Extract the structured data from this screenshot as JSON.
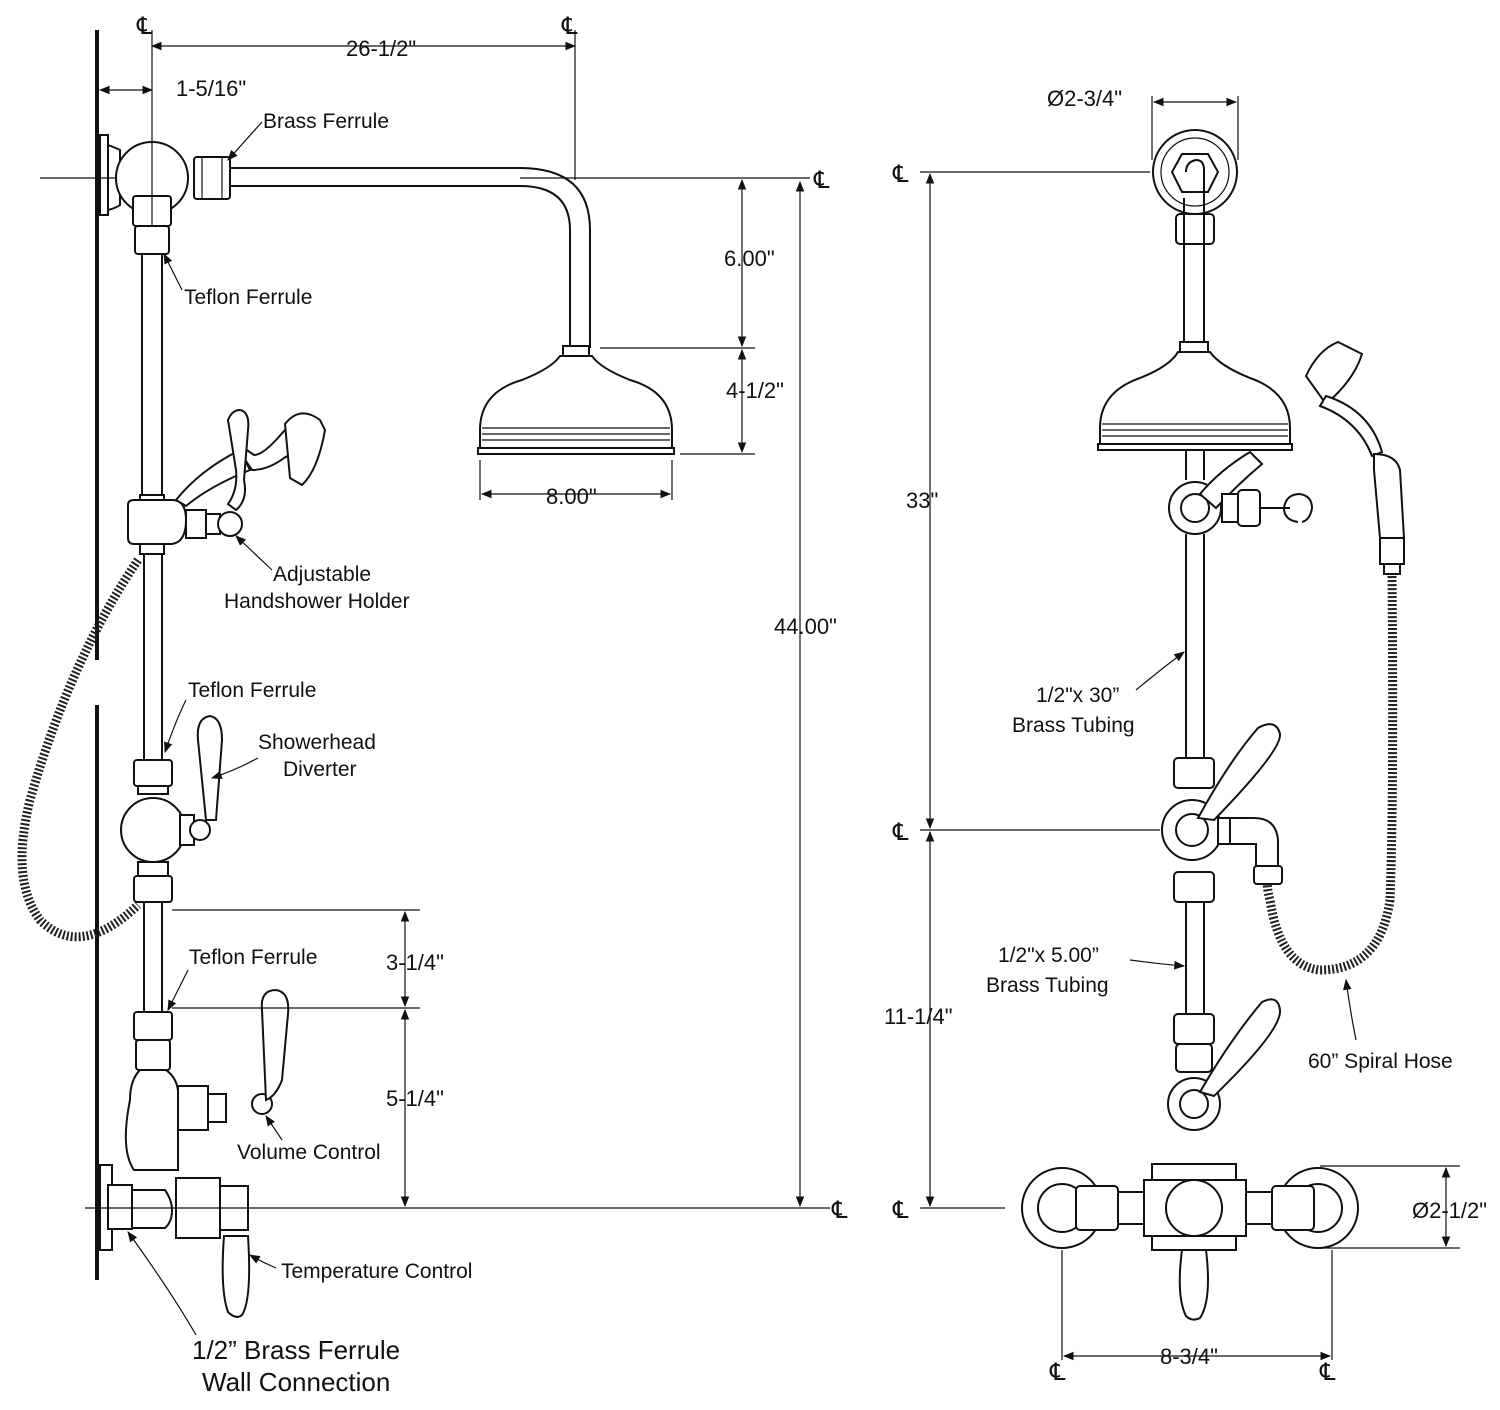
{
  "centerline_symbol": "℄",
  "left_view": {
    "dims": {
      "width_arm": "26-1/2\"",
      "wall_offset": "1-5/16\"",
      "drop_6": "6.00\"",
      "head_height": "4-1/2\"",
      "head_diameter": "8.00\"",
      "overall_height": "44.00\"",
      "upper_gap": "3-1/4\"",
      "lower_gap": "5-1/4\""
    },
    "labels": {
      "brass_ferrule": "Brass Ferrule",
      "teflon_ferrule_top": "Teflon Ferrule",
      "holder_line1": "Adjustable",
      "holder_line2": "Handshower Holder",
      "teflon_ferrule_mid": "Teflon Ferrule",
      "diverter_line1": "Showerhead",
      "diverter_line2": "Diverter",
      "teflon_ferrule_low": "Teflon Ferrule",
      "volume_control": "Volume Control",
      "temperature_control": "Temperature Control",
      "wall_conn_line1": "1/2” Brass Ferrule",
      "wall_conn_line2": "Wall Connection"
    }
  },
  "right_view": {
    "dims": {
      "flange_diameter_top": "Ø2-3/4\"",
      "height_33": "33\"",
      "height_11": "11-1/4\"",
      "flange_diameter_bottom": "Ø2-1/2\"",
      "centers_width": "8-3/4\""
    },
    "labels": {
      "tubing30_line1": "1/2\"x 30”",
      "tubing30_line2": "Brass Tubing",
      "tubing5_line1": "1/2\"x 5.00”",
      "tubing5_line2": "Brass Tubing",
      "spiral_hose": "60” Spiral Hose"
    }
  }
}
